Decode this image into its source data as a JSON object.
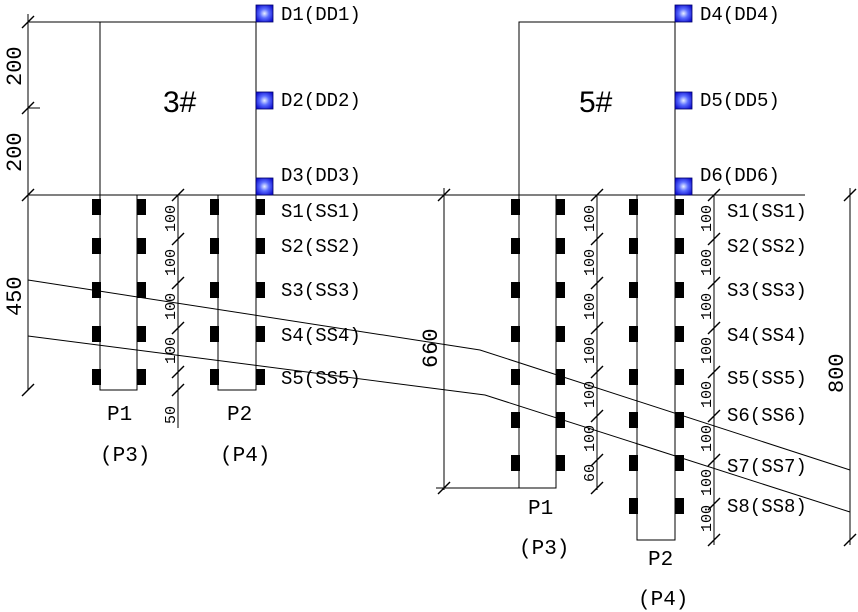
{
  "buildings": [
    {
      "id": "b3",
      "label": "3#"
    },
    {
      "id": "b5",
      "label": "5#"
    }
  ],
  "displacement_points": [
    {
      "id": "d1",
      "label": "D1(DD1)"
    },
    {
      "id": "d2",
      "label": "D2(DD2)"
    },
    {
      "id": "d3",
      "label": "D3(DD3)"
    },
    {
      "id": "d4",
      "label": "D4(DD4)"
    },
    {
      "id": "d5",
      "label": "D5(DD5)"
    },
    {
      "id": "d6",
      "label": "D6(DD6)"
    }
  ],
  "strain_labels_left": [
    "S1(SS1)",
    "S2(SS2)",
    "S3(SS3)",
    "S4(SS4)",
    "S5(SS5)"
  ],
  "strain_labels_right": [
    "S1(SS1)",
    "S2(SS2)",
    "S3(SS3)",
    "S4(SS4)",
    "S5(SS5)",
    "S6(SS6)",
    "S7(SS7)",
    "S8(SS8)"
  ],
  "piles": {
    "left_p1": {
      "name": "P1",
      "alt": "(P3)"
    },
    "left_p2": {
      "name": "P2",
      "alt": "(P4)"
    },
    "right_p1": {
      "name": "P1",
      "alt": "(P3)"
    },
    "right_p2": {
      "name": "P2",
      "alt": "(P4)"
    }
  },
  "dimensions": {
    "upper_200_a": "200",
    "upper_200_b": "200",
    "left_450": "450",
    "mid_660": "660",
    "right_800": "800",
    "left_spacing": [
      "100",
      "100",
      "100",
      "100",
      "50"
    ],
    "right_spacing_a": [
      "100",
      "100",
      "100",
      "100",
      "100",
      "100",
      "60"
    ],
    "right_spacing_b": [
      "100",
      "100",
      "100",
      "100",
      "100",
      "100",
      "100",
      "100"
    ]
  },
  "colors": {
    "line": "#000000",
    "marker_blue": "#1a1aff",
    "marker_glow": "#b8c8ff",
    "gauge": "#000000"
  }
}
